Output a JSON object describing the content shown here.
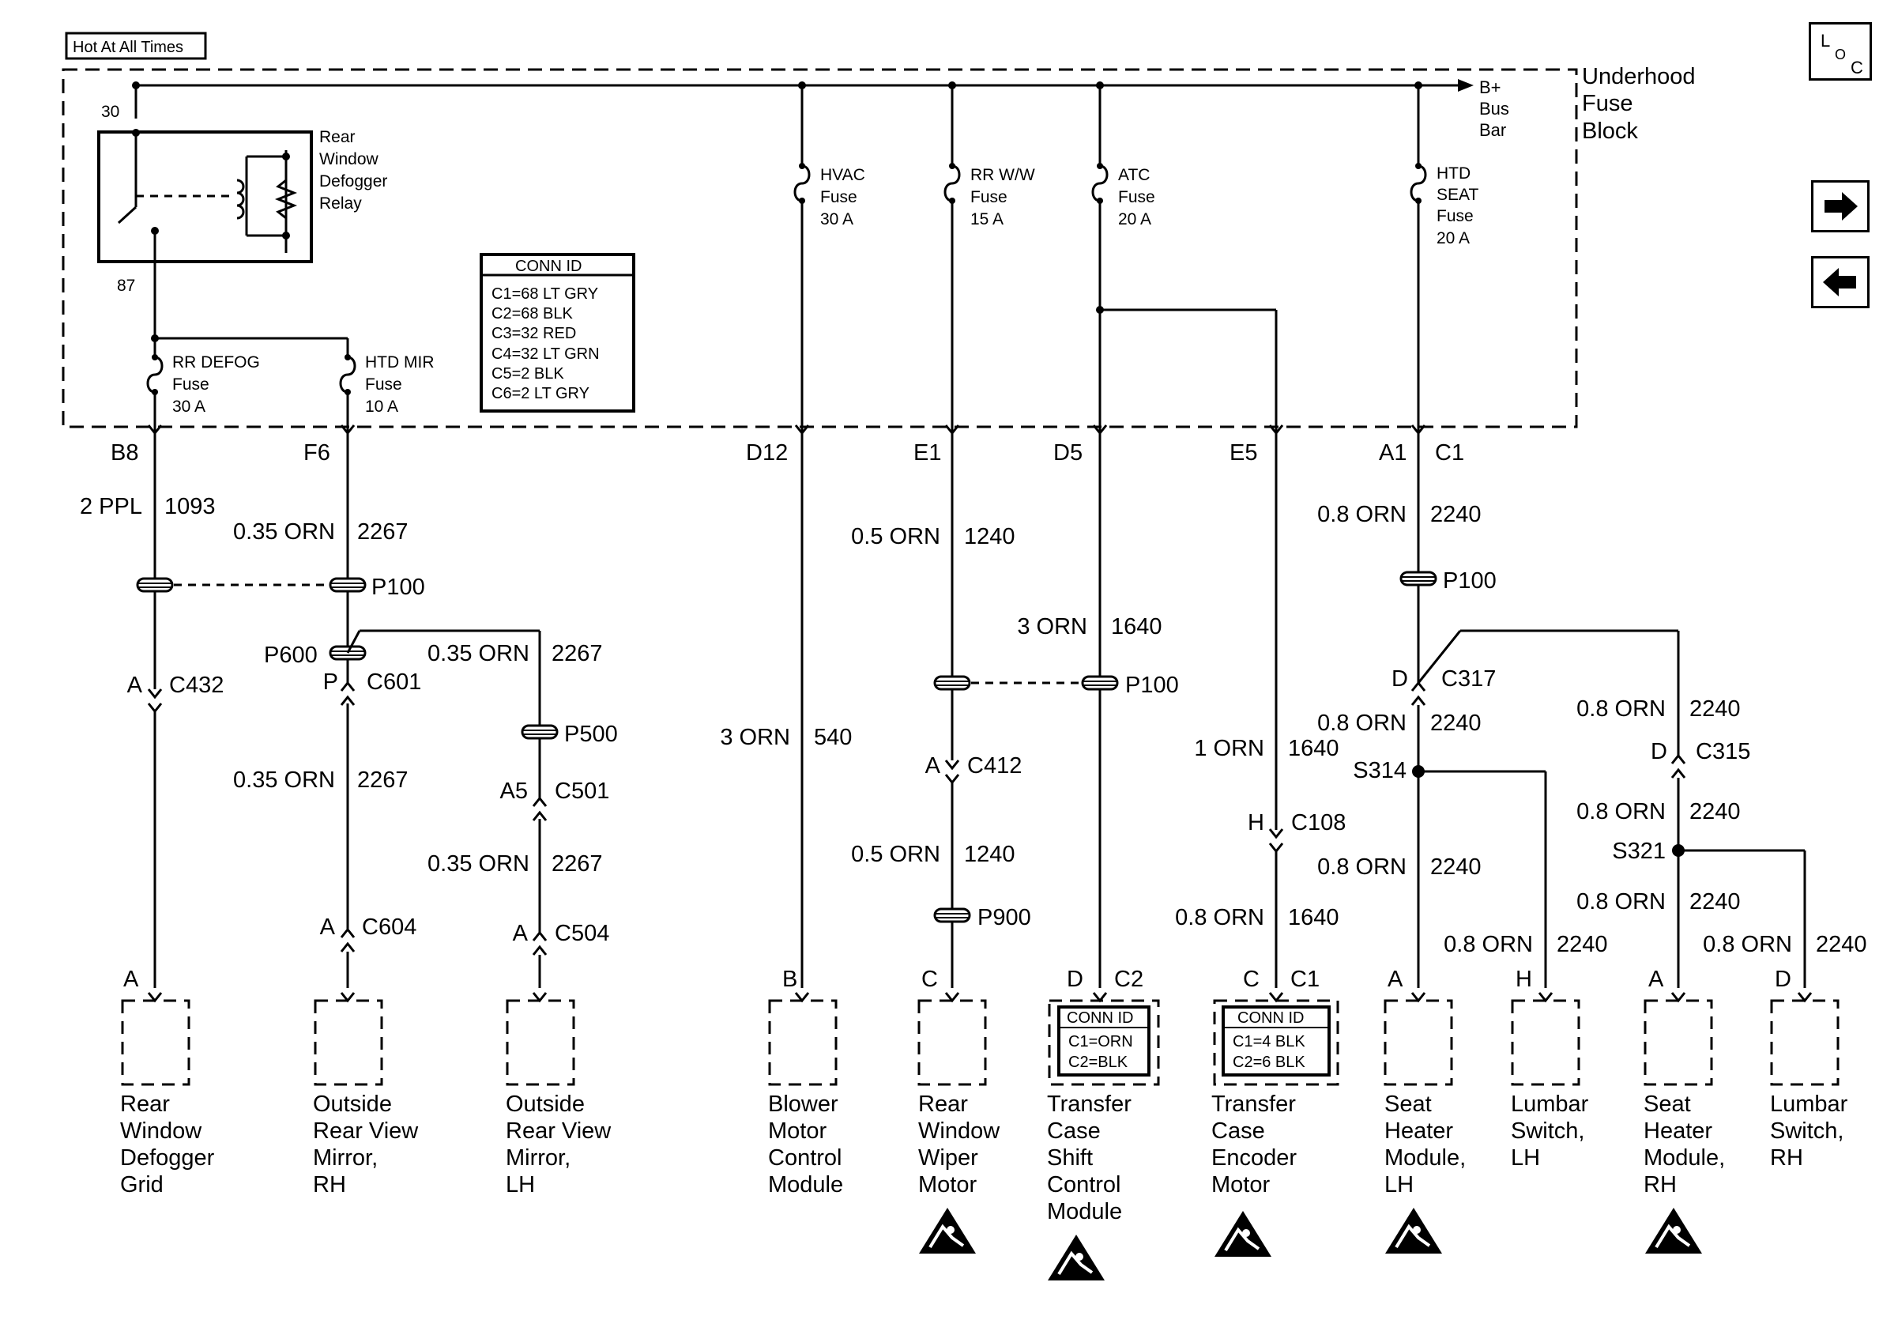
{
  "header": {
    "hot_label": "Hot At All Times"
  },
  "fuse_block": {
    "label_lines": [
      "Underhood",
      "Fuse",
      "Block"
    ]
  },
  "bus_bar": {
    "lines": [
      "B+",
      "Bus",
      "Bar"
    ]
  },
  "relay": {
    "terminal_in": "30",
    "terminal_out": "87",
    "label_lines": [
      "Rear",
      "Window",
      "Defogger",
      "Relay"
    ]
  },
  "fuses": [
    {
      "id": "rr-defog",
      "lines": [
        "RR DEFOG",
        "Fuse",
        "30 A"
      ]
    },
    {
      "id": "htd-mir",
      "lines": [
        "HTD MIR",
        "Fuse",
        "10 A"
      ]
    },
    {
      "id": "hvac",
      "lines": [
        "HVAC",
        "Fuse",
        "30 A"
      ]
    },
    {
      "id": "rr-ww",
      "lines": [
        "RR W/W",
        "Fuse",
        "15 A"
      ]
    },
    {
      "id": "atc",
      "lines": [
        "ATC",
        "Fuse",
        "20 A"
      ]
    },
    {
      "id": "htd-seat",
      "lines": [
        "HTD",
        "SEAT",
        "Fuse",
        "20 A"
      ]
    }
  ],
  "conn_id_main": {
    "title": "CONN ID",
    "rows": [
      "C1=68 LT GRY",
      "C2=68 BLK",
      "C3=32 RED",
      "C4=32 LT GRN",
      "C5=2 BLK",
      "C6=2 LT GRY"
    ]
  },
  "terminals": [
    "B8",
    "F6",
    "D12",
    "E1",
    "D5",
    "E5",
    "A1",
    "C1"
  ],
  "wires": [
    {
      "gauge": "2 PPL",
      "circuit": "1093"
    },
    {
      "gauge": "0.35 ORN",
      "circuit": "2267"
    },
    {
      "gauge": "0.35 ORN",
      "circuit": "2267"
    },
    {
      "gauge": "0.35 ORN",
      "circuit": "2267"
    },
    {
      "gauge": "0.35 ORN",
      "circuit": "2267"
    },
    {
      "gauge": "3 ORN",
      "circuit": "540"
    },
    {
      "gauge": "0.5 ORN",
      "circuit": "1240"
    },
    {
      "gauge": "0.5 ORN",
      "circuit": "1240"
    },
    {
      "gauge": "3 ORN",
      "circuit": "1640"
    },
    {
      "gauge": "1 ORN",
      "circuit": "1640"
    },
    {
      "gauge": "0.8 ORN",
      "circuit": "1640"
    },
    {
      "gauge": "0.8 ORN",
      "circuit": "2240"
    },
    {
      "gauge": "0.8 ORN",
      "circuit": "2240"
    },
    {
      "gauge": "0.8 ORN",
      "circuit": "2240"
    },
    {
      "gauge": "0.8 ORN",
      "circuit": "2240"
    },
    {
      "gauge": "0.8 ORN",
      "circuit": "2240"
    },
    {
      "gauge": "0.8 ORN",
      "circuit": "2240"
    },
    {
      "gauge": "0.8 ORN",
      "circuit": "2240"
    },
    {
      "gauge": "0.8 ORN",
      "circuit": "2240"
    }
  ],
  "passthroughs": [
    "P100",
    "P100",
    "P100",
    "P100",
    "P600",
    "P500",
    "P900"
  ],
  "connectors": [
    {
      "pin": "A",
      "id": "C432"
    },
    {
      "pin": "P",
      "id": "C601"
    },
    {
      "pin": "A5",
      "id": "C501"
    },
    {
      "pin": "A",
      "id": "C604"
    },
    {
      "pin": "A",
      "id": "C504"
    },
    {
      "pin": "A",
      "id": "C412"
    },
    {
      "pin": "H",
      "id": "C108"
    },
    {
      "pin": "D",
      "id": "C317"
    },
    {
      "pin": "D",
      "id": "C315"
    }
  ],
  "splices": [
    "S314",
    "S321"
  ],
  "components": [
    {
      "pin": "A",
      "lines": [
        "Rear",
        "Window",
        "Defogger",
        "Grid"
      ],
      "esd": false
    },
    {
      "pin": "A",
      "lines": [
        "Outside",
        "Rear View",
        "Mirror,",
        "RH"
      ],
      "esd": false
    },
    {
      "pin": "A",
      "lines": [
        "Outside",
        "Rear View",
        "Mirror,",
        "LH"
      ],
      "esd": false
    },
    {
      "pin": "B",
      "lines": [
        "Blower",
        "Motor",
        "Control",
        "Module"
      ],
      "esd": false
    },
    {
      "pin": "C",
      "lines": [
        "Rear",
        "Window",
        "Wiper",
        "Motor"
      ],
      "esd": true
    },
    {
      "pin": "D",
      "conn": "C2",
      "lines": [
        "Transfer",
        "Case",
        "Shift",
        "Control",
        "Module"
      ],
      "esd": true,
      "conn_id": [
        "CONN ID",
        "C1=ORN",
        "C2=BLK"
      ]
    },
    {
      "pin": "C",
      "conn": "C1",
      "lines": [
        "Transfer",
        "Case",
        "Encoder",
        "Motor"
      ],
      "esd": true,
      "conn_id": [
        "CONN ID",
        "C1=4 BLK",
        "C2=6 BLK"
      ]
    },
    {
      "pin": "A",
      "lines": [
        "Seat",
        "Heater",
        "Module,",
        "LH"
      ],
      "esd": true
    },
    {
      "pin": "H",
      "lines": [
        "Lumbar",
        "Switch,",
        "LH"
      ],
      "esd": false
    },
    {
      "pin": "A",
      "lines": [
        "Seat",
        "Heater",
        "Module,",
        "RH"
      ],
      "esd": true
    },
    {
      "pin": "D",
      "lines": [
        "Lumbar",
        "Switch,",
        "RH"
      ],
      "esd": false
    }
  ],
  "nav": {
    "loc_l": "L",
    "loc_o": "O",
    "loc_c": "C",
    "next_icon": "arrow-right-icon",
    "prev_icon": "arrow-left-icon"
  }
}
